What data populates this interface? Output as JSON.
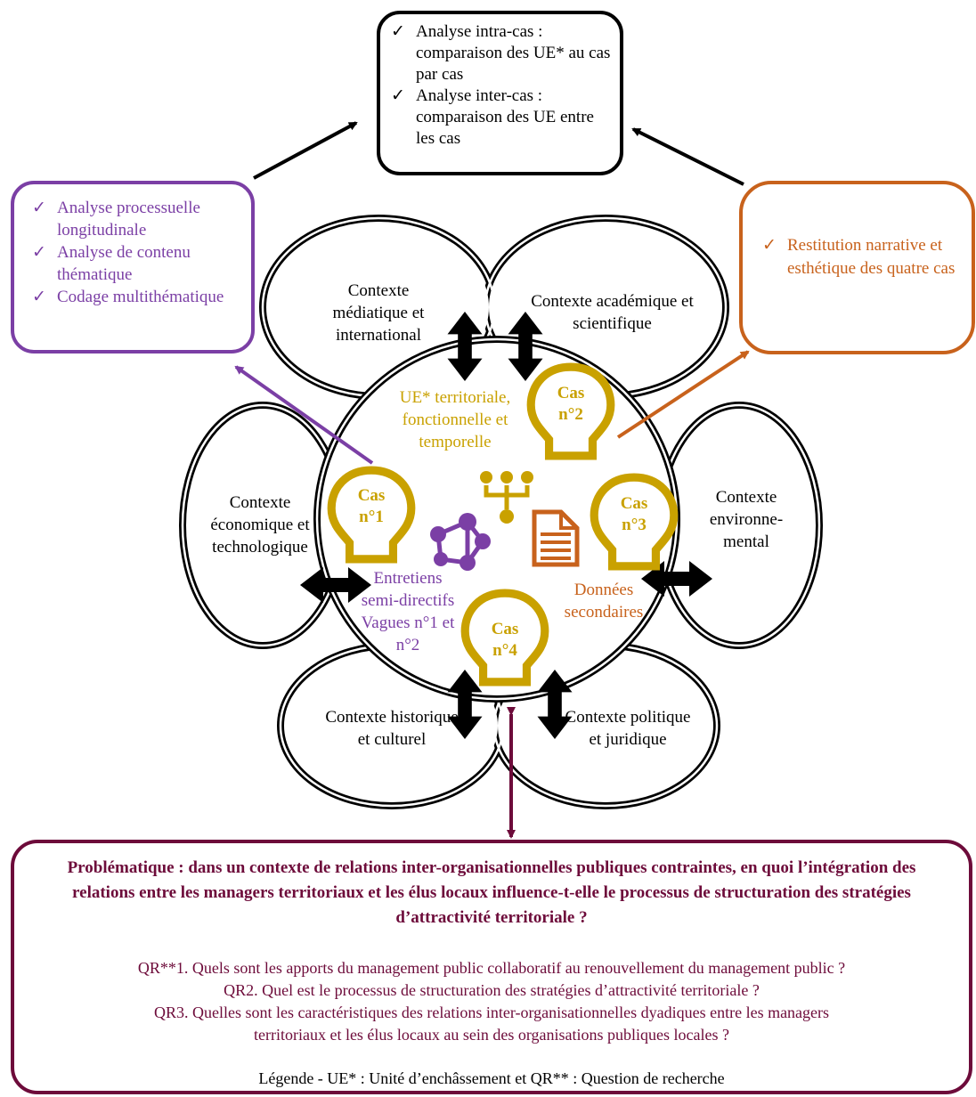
{
  "top_box": {
    "items": [
      "Analyse intra-cas : comparaison des UE* au cas par cas",
      "Analyse inter-cas : comparaison des UE entre les cas"
    ]
  },
  "left_box": {
    "items": [
      "Analyse processuelle longitudinale",
      "Analyse de contenu thématique",
      "Codage multithématique"
    ]
  },
  "right_box": {
    "items": [
      "Restitution narrative et esthétique des quatre cas"
    ]
  },
  "petals": {
    "mediatique": "Contexte médiatique et international",
    "academique": "Contexte académique et scientifique",
    "economique": "Contexte économique et technologique",
    "environnemental": "Contexte environne- mental",
    "historique": "Contexte historique et culturel",
    "politique": "Contexte politique et juridique"
  },
  "center": {
    "ue_label": "UE* territoriale, fonctionnelle et temporelle",
    "entretiens_label": "Entretiens semi-directifs Vagues n°1 et n°2",
    "donnees_label": "Données secondaires"
  },
  "cases": [
    {
      "label": "Cas n°1"
    },
    {
      "label": "Cas n°2"
    },
    {
      "label": "Cas n°3"
    },
    {
      "label": "Cas n°4"
    }
  ],
  "problem_box": {
    "problematique": "Problématique : dans un contexte de relations inter-organisationnelles publiques contraintes, en quoi l’intégration des relations entre les managers territoriaux et les élus locaux influence-t-elle le processus de structuration des stratégies d’attractivité territoriale ?",
    "questions": [
      "QR**1. Quels sont les apports du management public collaboratif au renouvellement du management public ?",
      "QR2. Quel est le processus de structuration des stratégies d’attractivité territoriale ?",
      "QR3. Quelles sont les caractéristiques des relations inter-organisationnelles dyadiques entre les managers territoriaux et les élus locaux au sein des organisations publiques locales ?"
    ],
    "legend": "Légende - UE* : Unité d’enchâssement et QR** : Question de recherche"
  },
  "colors": {
    "gold": "#c9a100",
    "purple": "#7b3fa5",
    "orange": "#c8621c",
    "maroon": "#6d0b3a",
    "black": "#000000"
  },
  "icons": [
    "hierarchy-icon",
    "network-icon",
    "document-icon",
    "check-icon",
    "double-arrow-icon"
  ]
}
